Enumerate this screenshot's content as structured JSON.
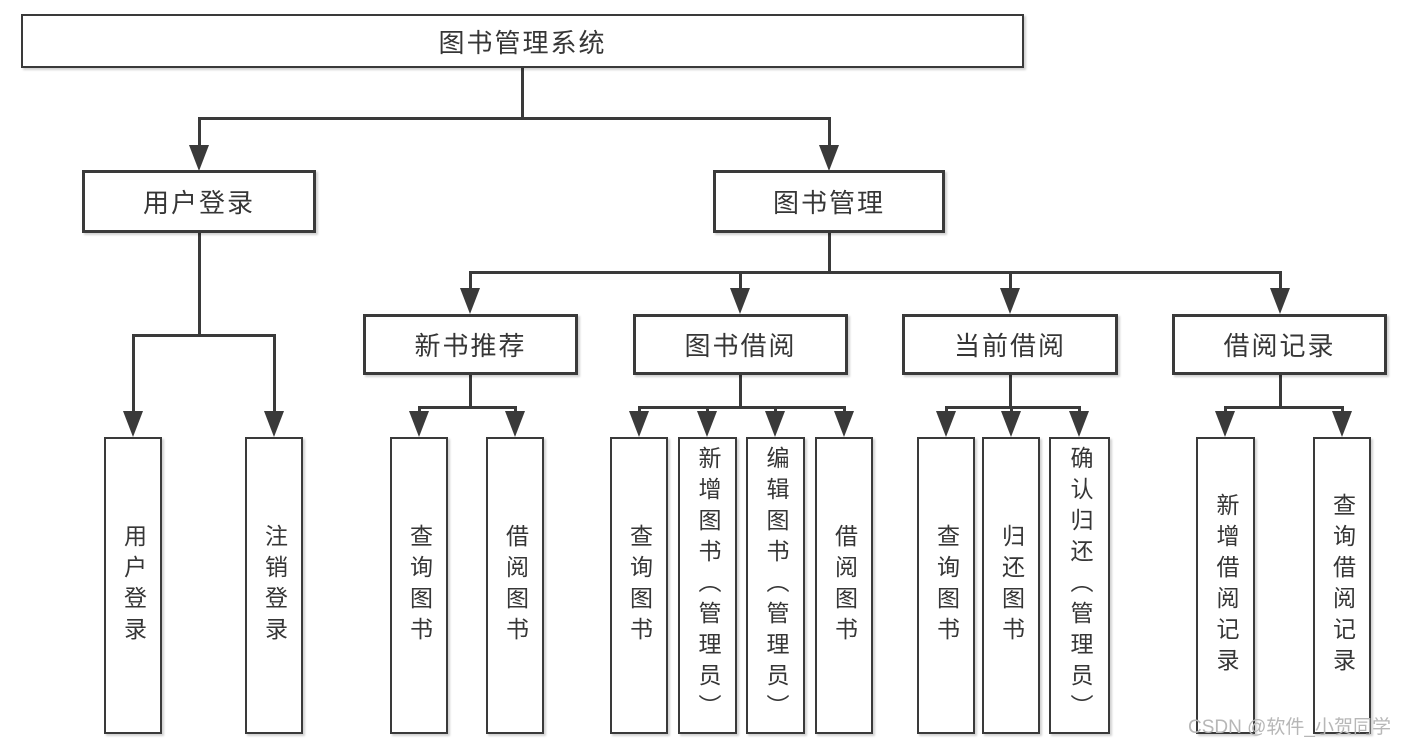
{
  "nodes": {
    "root": "图书管理系统",
    "user_login": "用户登录",
    "book_mgmt": "图书管理",
    "new_book_rec": "新书推荐",
    "book_borrow": "图书借阅",
    "current_borrow": "当前借阅",
    "borrow_records": "借阅记录",
    "leaf_user_login": "用户登录",
    "leaf_logout": "注销登录",
    "rec_query_books": "查询图书",
    "rec_borrow_books": "借阅图书",
    "bb_query_books": "查询图书",
    "bb_add_books": "新增图书（管理员）",
    "bb_edit_books": "编辑图书（管理员）",
    "bb_borrow_books": "借阅图书",
    "cb_query_books": "查询图书",
    "cb_return_books": "归还图书",
    "cb_confirm_return": "确认归还（管理员）",
    "br_add_record": "新增借阅记录",
    "br_query_record": "查询借阅记录"
  },
  "watermark": {
    "text": "CSDN @软件_小贺同学"
  },
  "colors": {
    "line": "#3a3a3a",
    "text": "#363636",
    "watermark": "#b7b7b7",
    "bg": "#ffffff"
  }
}
